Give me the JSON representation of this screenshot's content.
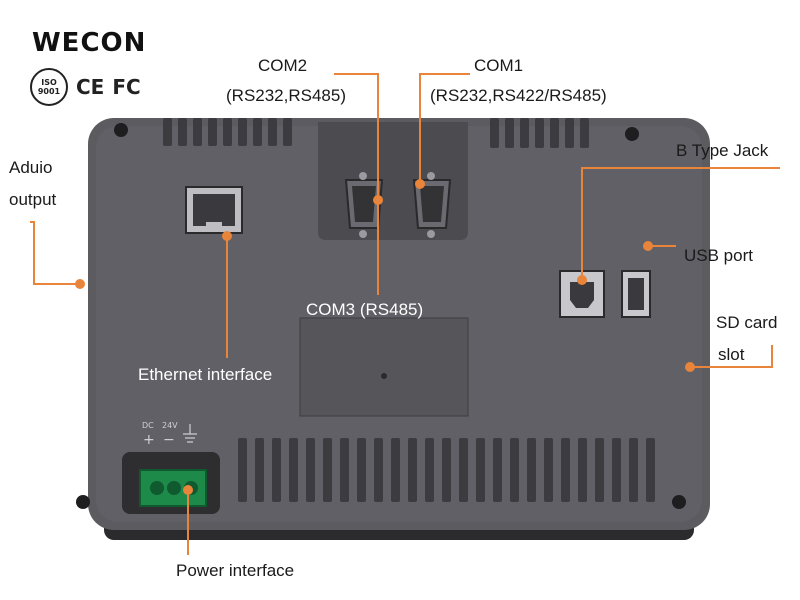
{
  "brand": {
    "logo_text": "WECON",
    "cert_iso": "ISO 9001",
    "cert_ce": "CE",
    "cert_fc": "FC"
  },
  "labels": {
    "com2_name": "COM2",
    "com2_spec": "(RS232,RS485)",
    "com1_name": "COM1",
    "com1_spec": "(RS232,RS422/RS485)",
    "audio_line1": "Aduio",
    "audio_line2": "output",
    "btype": "B Type Jack",
    "usb": "USB port",
    "sd_line1": "SD card",
    "sd_line2": "slot",
    "com3": "COM3  (RS485)",
    "ethernet": "Ethernet interface",
    "power": "Power interface"
  },
  "device_print": {
    "dc": "DC",
    "voltage": "24V",
    "plus": "+",
    "minus": "−"
  },
  "colors": {
    "leader": "#e8853a",
    "device_body": "#5a5a5e",
    "device_edge": "#3a3a3e",
    "connector_green": "#1e8a4a"
  }
}
